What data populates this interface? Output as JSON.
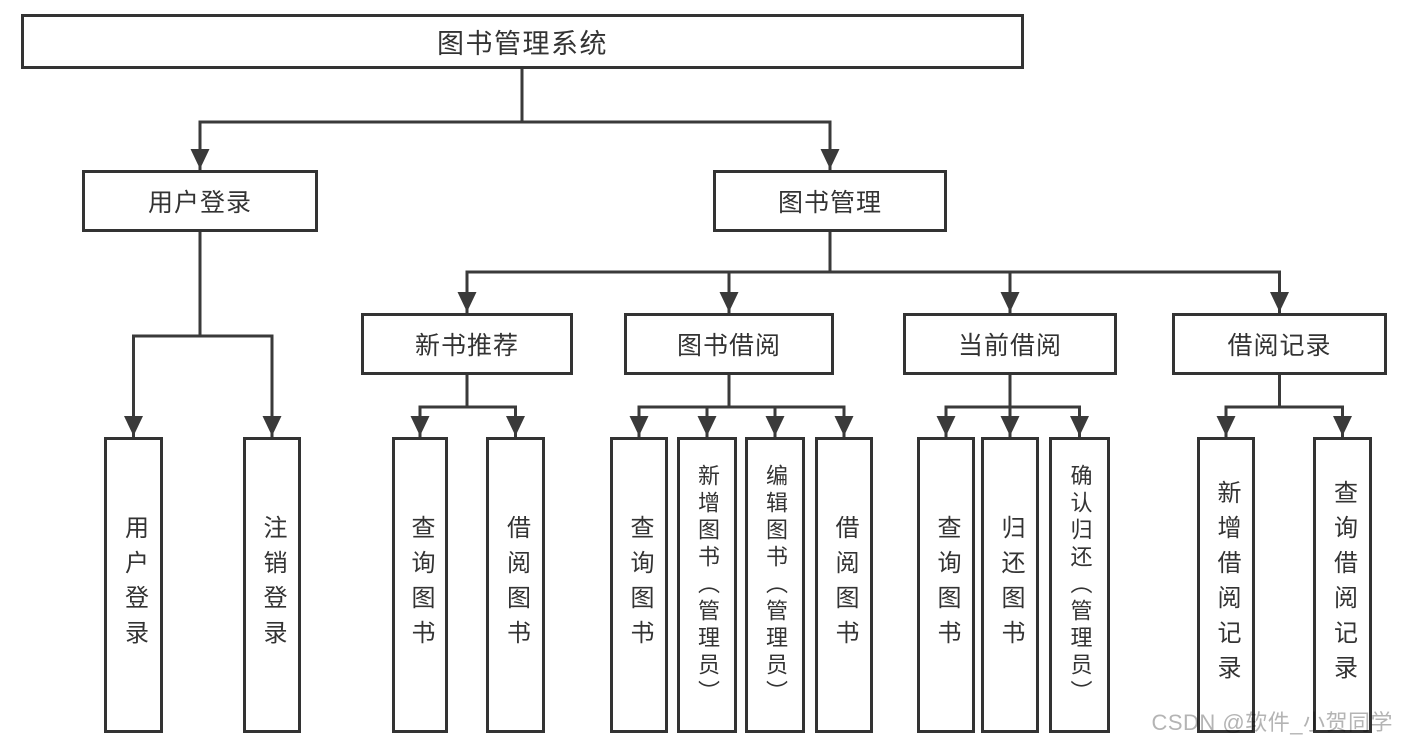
{
  "colors": {
    "line": "#3a3a3a",
    "border": "#333333",
    "text": "#333333",
    "watermark": "#b4b4b4",
    "background": "#ffffff"
  },
  "watermark": "CSDN @软件_小贺同学",
  "tree": {
    "root": {
      "label": "图书管理系统"
    },
    "branches": [
      {
        "label": "用户登录",
        "leaves": [
          "用户登录",
          "注销登录"
        ]
      },
      {
        "label": "图书管理",
        "groups": [
          {
            "label": "新书推荐",
            "leaves": [
              "查询图书",
              "借阅图书"
            ]
          },
          {
            "label": "图书借阅",
            "leaves": [
              "查询图书",
              "新增图书（管理员）",
              "编辑图书（管理员）",
              "借阅图书"
            ]
          },
          {
            "label": "当前借阅",
            "leaves": [
              "查询图书",
              "归还图书",
              "确认归还（管理员）"
            ]
          },
          {
            "label": "借阅记录",
            "leaves": [
              "新增借阅记录",
              "查询借阅记录"
            ]
          }
        ]
      }
    ]
  }
}
